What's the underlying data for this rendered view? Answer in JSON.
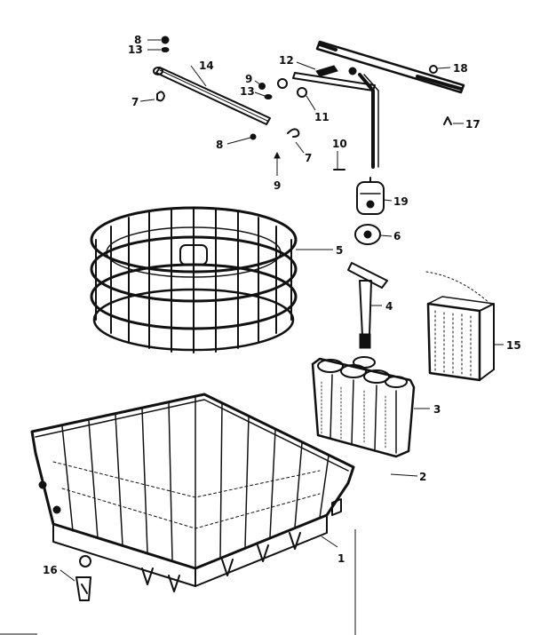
{
  "diagram": {
    "callouts": {
      "c8a": "8",
      "c13a": "13",
      "c14": "14",
      "c7a": "7",
      "c9b": "9",
      "c13b": "13",
      "c8b": "8",
      "c7b": "7",
      "c9c": "9",
      "c12": "12",
      "c11": "11",
      "c18": "18",
      "c17": "17",
      "c10": "10",
      "c19": "19",
      "c6": "6",
      "c5": "5",
      "c4": "4",
      "c15": "15",
      "c3": "3",
      "c2": "2",
      "c1": "1",
      "c16": "16"
    }
  }
}
